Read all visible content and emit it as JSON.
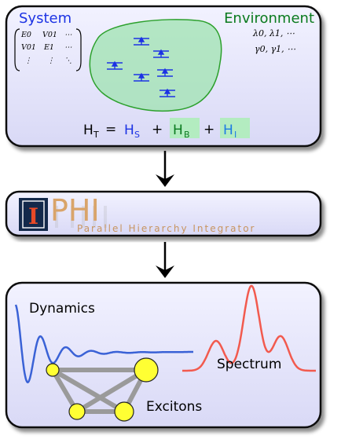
{
  "system_panel": {
    "system_label": "System",
    "environment_label": "Environment",
    "matrix": [
      [
        "E0",
        "V01",
        "⋯"
      ],
      [
        "V01",
        "E1",
        "⋯"
      ],
      [
        "⋮",
        "⋮",
        "⋱"
      ]
    ],
    "env_params": [
      "λ0, λ1, ⋯",
      "γ0, γ1, ⋯"
    ],
    "hamiltonian": {
      "total": "H",
      "total_sub": "T",
      "eq": "=",
      "plus": "+",
      "s": "H",
      "s_sub": "S",
      "b": "H",
      "b_sub": "B",
      "i": "H",
      "i_sub": "I"
    }
  },
  "phi_panel": {
    "logo_letter": "I",
    "title": "PHI",
    "subtitle": "Parallel Hierarchy Integrator"
  },
  "results_panel": {
    "dynamics_label": "Dynamics",
    "spectrum_label": "Spectrum",
    "excitons_label": "Excitons"
  },
  "colors": {
    "panel_fill": "#e6e6fa",
    "system_blue": "#1c33e4",
    "environment_green": "#0a7a1e",
    "bath_fill": "#9fe3b0",
    "bath_stroke": "#2ca02c",
    "spectrum_red": "#f25a4e",
    "dynamics_blue": "#3a62d6",
    "phi_orange": "#d9a46a",
    "exciton_yellow": "#ffff33"
  }
}
